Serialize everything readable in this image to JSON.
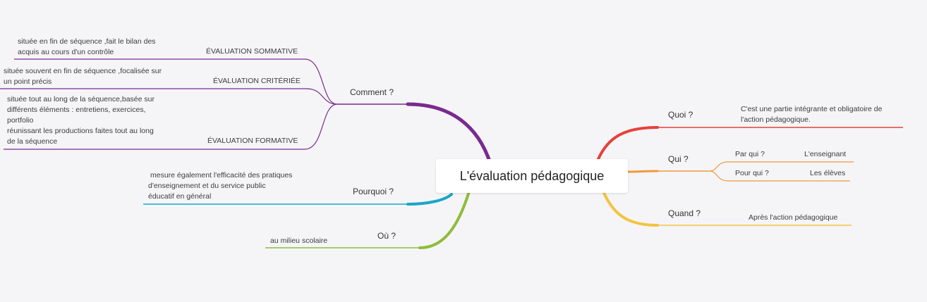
{
  "central_topic": "L'évaluation pédagogique",
  "colors": {
    "comment": "#7a2a8e",
    "pourquoi": "#1ba6c8",
    "ou": "#8fbc3a",
    "quoi": "#e8403a",
    "qui": "#f09a3a",
    "quand": "#f3c440"
  },
  "branches": {
    "comment": {
      "label": "Comment ?",
      "children": {
        "sommative": {
          "label": "ÉVALUATION SOMMATIVE",
          "detail": [
            "située en fin de séquence ,fait le bilan des",
            "acquis au cours d'un contrôle"
          ]
        },
        "critериee": {
          "label": "ÉVALUATION CRITÉRIÉE",
          "detail": [
            "située souvent en fin de séquence ,focalisée sur",
            "un point précis"
          ]
        },
        "formative": {
          "label": "ÉVALUATION FORMATIVE",
          "detail": [
            "située tout au long de la séquence,basée sur",
            "différents éléments : entretiens, exercices,",
            "portfolio",
            "réunissant les productions faites tout au long",
            "de la séquence"
          ]
        }
      }
    },
    "pourquoi": {
      "label": "Pourquoi ?",
      "detail": [
        "mesure également l'efficacité des pratiques",
        "d'enseignement et du service public",
        "éducatif en général"
      ]
    },
    "ou": {
      "label": "Où ?",
      "detail": "au milieu scolaire"
    },
    "quoi": {
      "label": "Quoi ?",
      "detail": [
        "C'est une partie intégrante et obligatoire de",
        "l'action pédagogique."
      ]
    },
    "qui": {
      "label": "Qui ?",
      "par_qui": {
        "label": "Par qui ?",
        "detail": "L'enseignant"
      },
      "pour_qui": {
        "label": "Pour qui ?",
        "detail": "Les élèves"
      }
    },
    "quand": {
      "label": "Quand ?",
      "detail": "Après l'action pédagogique"
    }
  }
}
